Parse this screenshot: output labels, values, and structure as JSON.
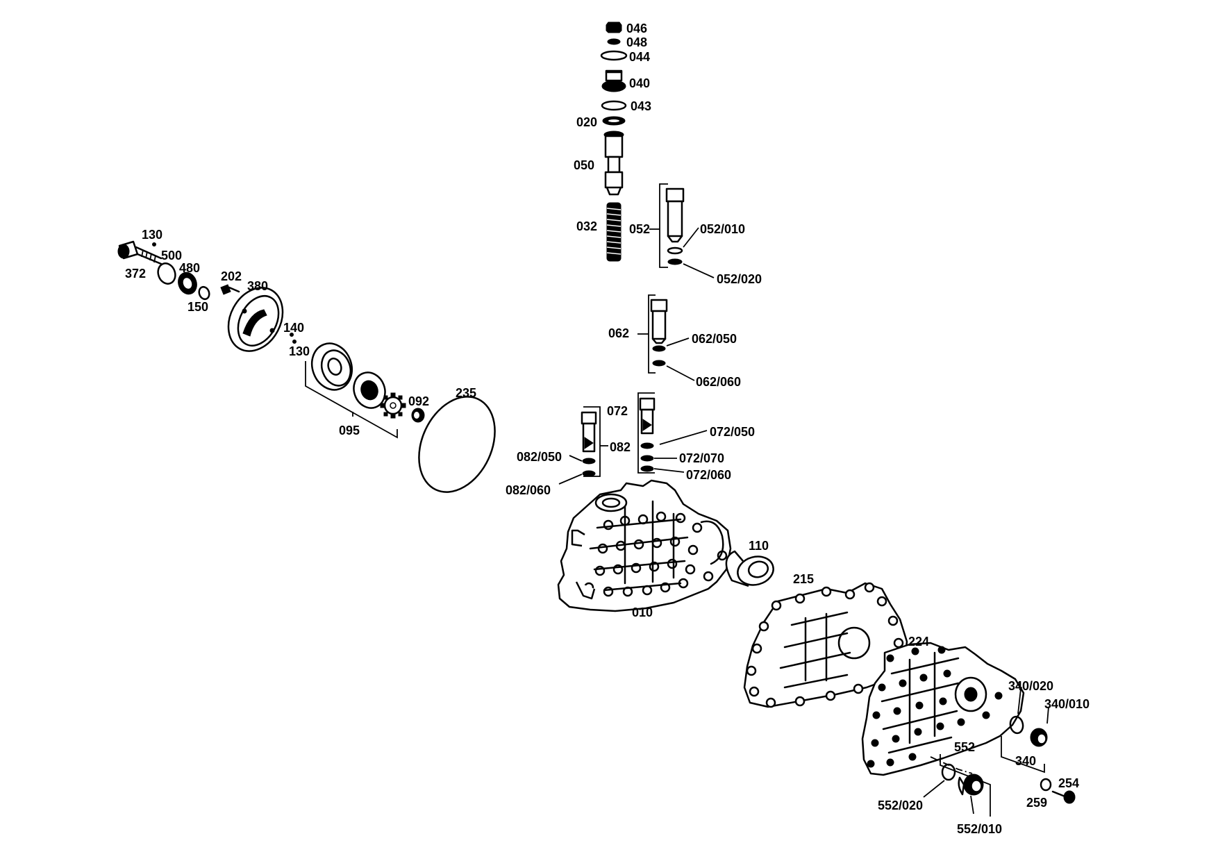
{
  "labels": {
    "046": "046",
    "048": "048",
    "044": "044",
    "040": "040",
    "043": "043",
    "020": "020",
    "050": "050",
    "032": "032",
    "052": "052",
    "052_010": "052/010",
    "052_020": "052/020",
    "062": "062",
    "062_050": "062/050",
    "062_060": "062/060",
    "072": "072",
    "072_050": "072/050",
    "072_070": "072/070",
    "072_060": "072/060",
    "082": "082",
    "082_050": "082/050",
    "082_060": "082/060",
    "130a": "130",
    "500": "500",
    "372": "372",
    "480": "480",
    "150": "150",
    "202": "202",
    "380": "380",
    "140": "140",
    "130b": "130",
    "095": "095",
    "092": "092",
    "235": "235",
    "110": "110",
    "010": "010",
    "215": "215",
    "224": "224",
    "340_020": "340/020",
    "340_010": "340/010",
    "340": "340",
    "552": "552",
    "552_020": "552/020",
    "552_010": "552/010",
    "254": "254",
    "259": "259"
  }
}
